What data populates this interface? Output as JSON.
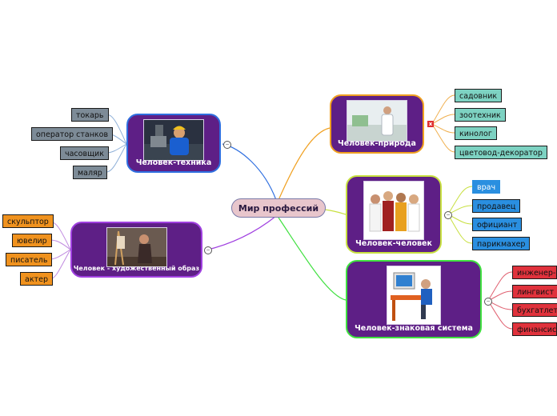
{
  "center": {
    "label": "Мир профессий"
  },
  "branches": {
    "tech": {
      "label": "Человек-техника",
      "leaves": [
        "токарь",
        "оператор станков",
        "часовщик",
        "маляр"
      ]
    },
    "art": {
      "label": "Человек - художественный образ",
      "leaves": [
        "скульптор",
        "ювелир",
        "писатель",
        "актер"
      ]
    },
    "nature": {
      "label": "Человек-природа",
      "leaves": [
        "садовник",
        "зоотехник",
        "кинолог",
        "цветовод-декоратор"
      ]
    },
    "people": {
      "label": "Человек-человек",
      "leaves": [
        "врач",
        "продавец",
        "официант",
        "парикмахер"
      ]
    },
    "sign": {
      "label": "Человек-знаковая система",
      "leaves": [
        "инженер-конструктор",
        "лингвист",
        "бухгатлет",
        "финансист"
      ]
    }
  },
  "colors": {
    "tech_line": "#2f6fe0",
    "art_line": "#a040e0",
    "nature_line": "#f0a020",
    "people_line": "#c8e040",
    "sign_line": "#40e040",
    "node_fill": "#5e1f86"
  }
}
